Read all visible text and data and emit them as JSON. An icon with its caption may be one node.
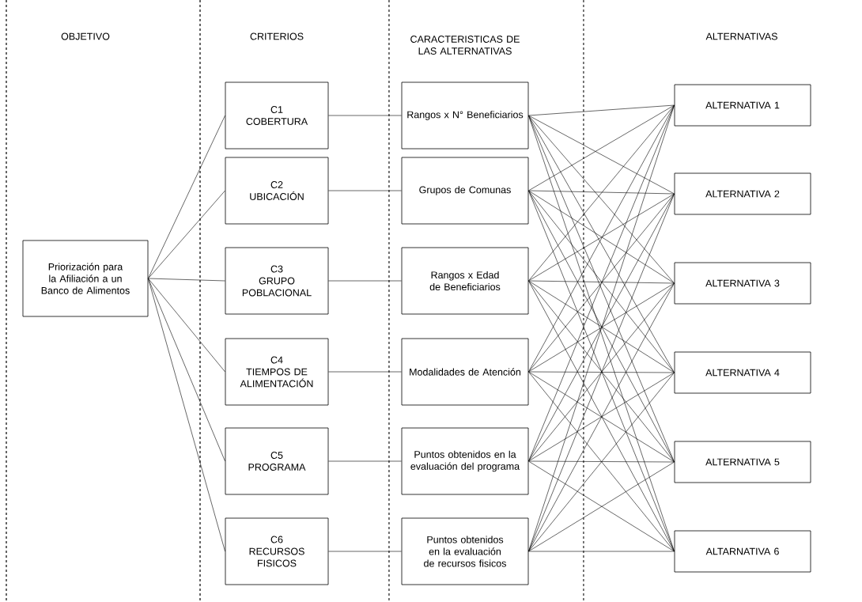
{
  "diagram": {
    "nodes": [
      {
        "text": [
          "Priorización para la Afiliación a un Banco de Alimentos"
        ]
      },
      {
        "text": [
          "C1",
          "COBERTURA"
        ]
      },
      {
        "text": [
          "C2",
          "UBICACIÓN"
        ]
      },
      {
        "text": [
          "C3",
          "GRUPO POBLACIONAL"
        ]
      },
      {
        "text": [
          "C4",
          "TIEMPOS DE ALIMENTACIÓN"
        ]
      },
      {
        "text": [
          "C5",
          "PROGRAMA"
        ]
      },
      {
        "text": [
          "C6",
          "RECURSOS FISICOS"
        ]
      },
      {
        "text": [
          "Rangos x N° Beneficiarios"
        ]
      },
      {
        "text": [
          "Grupos de Comunas"
        ]
      },
      {
        "text": [
          "Rangos x Edad de Beneficiarios"
        ]
      },
      {
        "text": [
          "Modalidades de Atención"
        ]
      },
      {
        "text": [
          "Puntos obtenidos en la evaluación del programa"
        ]
      },
      {
        "text": [
          "Puntos obtenidos en la evaluación de recursos fisicos"
        ]
      },
      {
        "text": [
          "ALTERNATIVA 1"
        ]
      },
      {
        "text": [
          "ALTERNATIVA 2"
        ]
      },
      {
        "text": [
          "ALTERNATIVA 3"
        ]
      },
      {
        "text": [
          "ALTERNATIVA 4"
        ]
      },
      {
        "text": [
          "ALTERNATIVA 5"
        ]
      },
      {
        "text": [
          "ALTARNATIVA 6"
        ]
      }
    ],
    "edges": [
      {
        "from": 0,
        "to": 1,
        "arrow": "none"
      },
      {
        "from": 0,
        "to": 2,
        "arrow": "none"
      },
      {
        "from": 0,
        "to": 3,
        "arrow": "none"
      },
      {
        "from": 0,
        "to": 4,
        "arrow": "none"
      },
      {
        "from": 0,
        "to": 5,
        "arrow": "none"
      },
      {
        "from": 0,
        "to": 6,
        "arrow": "none"
      },
      {
        "from": 1,
        "to": 7,
        "arrow": "none"
      },
      {
        "from": 2,
        "to": 8,
        "arrow": "none"
      },
      {
        "from": 3,
        "to": 9,
        "arrow": "none"
      },
      {
        "from": 4,
        "to": 10,
        "arrow": "none"
      },
      {
        "from": 5,
        "to": 11,
        "arrow": "none"
      },
      {
        "from": 6,
        "to": 12,
        "arrow": "none"
      },
      {
        "from": 7,
        "to": 13,
        "arrow": "none"
      },
      {
        "from": 7,
        "to": 14,
        "arrow": "none"
      },
      {
        "from": 7,
        "to": 15,
        "arrow": "none"
      },
      {
        "from": 7,
        "to": 16,
        "arrow": "none"
      },
      {
        "from": 7,
        "to": 17,
        "arrow": "none"
      },
      {
        "from": 7,
        "to": 18,
        "arrow": "none"
      },
      {
        "from": 8,
        "to": 13,
        "arrow": "none"
      },
      {
        "from": 8,
        "to": 14,
        "arrow": "none"
      },
      {
        "from": 8,
        "to": 15,
        "arrow": "none"
      },
      {
        "from": 8,
        "to": 16,
        "arrow": "none"
      },
      {
        "from": 8,
        "to": 17,
        "arrow": "none"
      },
      {
        "from": 8,
        "to": 18,
        "arrow": "none"
      },
      {
        "from": 9,
        "to": 13,
        "arrow": "none"
      },
      {
        "from": 9,
        "to": 14,
        "arrow": "none"
      },
      {
        "from": 9,
        "to": 15,
        "arrow": "none"
      },
      {
        "from": 9,
        "to": 16,
        "arrow": "none"
      },
      {
        "from": 9,
        "to": 17,
        "arrow": "none"
      },
      {
        "from": 9,
        "to": 18,
        "arrow": "none"
      },
      {
        "from": 10,
        "to": 13,
        "arrow": "none"
      },
      {
        "from": 10,
        "to": 14,
        "arrow": "none"
      },
      {
        "from": 10,
        "to": 15,
        "arrow": "none"
      },
      {
        "from": 10,
        "to": 16,
        "arrow": "none"
      },
      {
        "from": 10,
        "to": 17,
        "arrow": "none"
      },
      {
        "from": 10,
        "to": 18,
        "arrow": "none"
      },
      {
        "from": 11,
        "to": 13,
        "arrow": "none"
      },
      {
        "from": 11,
        "to": 14,
        "arrow": "none"
      },
      {
        "from": 11,
        "to": 15,
        "arrow": "none"
      },
      {
        "from": 11,
        "to": 16,
        "arrow": "none"
      },
      {
        "from": 11,
        "to": 17,
        "arrow": "none"
      },
      {
        "from": 11,
        "to": 18,
        "arrow": "none"
      },
      {
        "from": 12,
        "to": 13,
        "arrow": "none"
      },
      {
        "from": 12,
        "to": 14,
        "arrow": "none"
      },
      {
        "from": 12,
        "to": 15,
        "arrow": "none"
      },
      {
        "from": 12,
        "to": 16,
        "arrow": "none"
      },
      {
        "from": 12,
        "to": 17,
        "arrow": "none"
      },
      {
        "from": 12,
        "to": 18,
        "arrow": "none"
      }
    ],
    "labels": [
      "OBJETIVO",
      "CRITERIOS",
      "CARACTERISTICAS DE LAS ALTERNATIVAS",
      "ALTERNATIVAS"
    ]
  }
}
